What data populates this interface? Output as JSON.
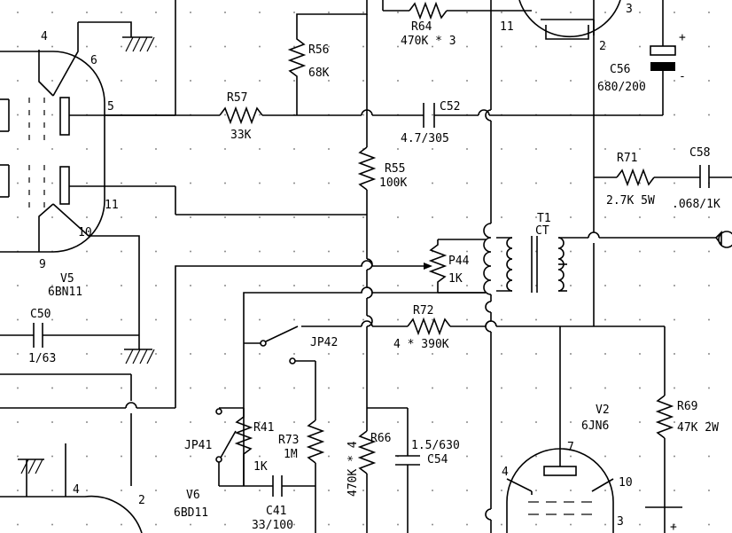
{
  "components": {
    "R64": {
      "ref": "R64",
      "value": "470K * 3"
    },
    "R56": {
      "ref": "R56",
      "value": "68K"
    },
    "R57": {
      "ref": "R57",
      "value": "33K"
    },
    "C52": {
      "ref": "C52",
      "value": "4.7/305"
    },
    "R55": {
      "ref": "R55",
      "value": "100K"
    },
    "C56": {
      "ref": "C56",
      "value": "680/200"
    },
    "R71": {
      "ref": "R71",
      "value": "2.7K 5W"
    },
    "C58": {
      "ref": "C58",
      "value": ".068/1K"
    },
    "T1": {
      "ref": "T1",
      "value": "CT"
    },
    "P44": {
      "ref": "P44",
      "value": "1K"
    },
    "R72": {
      "ref": "R72",
      "value": "4 * 390K"
    },
    "JP42": {
      "ref": "JP42"
    },
    "V5": {
      "ref": "V5",
      "value": "6BN11"
    },
    "C50": {
      "ref": "C50",
      "value": "1/63"
    },
    "JP41": {
      "ref": "JP41"
    },
    "R41": {
      "ref": "R41",
      "value": "1K"
    },
    "R73": {
      "ref": "R73",
      "value": "1M"
    },
    "R66": {
      "ref": "R66",
      "value": "470K * 4"
    },
    "C54": {
      "ref": "C54",
      "value": "1.5/630"
    },
    "C41": {
      "ref": "C41",
      "value": "33/100"
    },
    "V6": {
      "ref": "V6",
      "value": "6BD11"
    },
    "V2": {
      "ref": "V2",
      "value": "6JN6"
    },
    "R69": {
      "ref": "R69",
      "value": "47K 2W"
    }
  },
  "pins": {
    "v5_p4": "4",
    "v5_p6": "6",
    "v5_p5": "5",
    "v5_p11": "11",
    "v5_p10": "10",
    "v5_p9": "9",
    "top_p11": "11",
    "top_p3": "3",
    "top_p2": "2",
    "v6_p4": "4",
    "v6_p2": "2",
    "v2_p7": "7",
    "v2_p4": "4",
    "v2_p10": "10",
    "v2_p3": "3"
  },
  "polarity": {
    "plus": "+",
    "minus": "-"
  }
}
